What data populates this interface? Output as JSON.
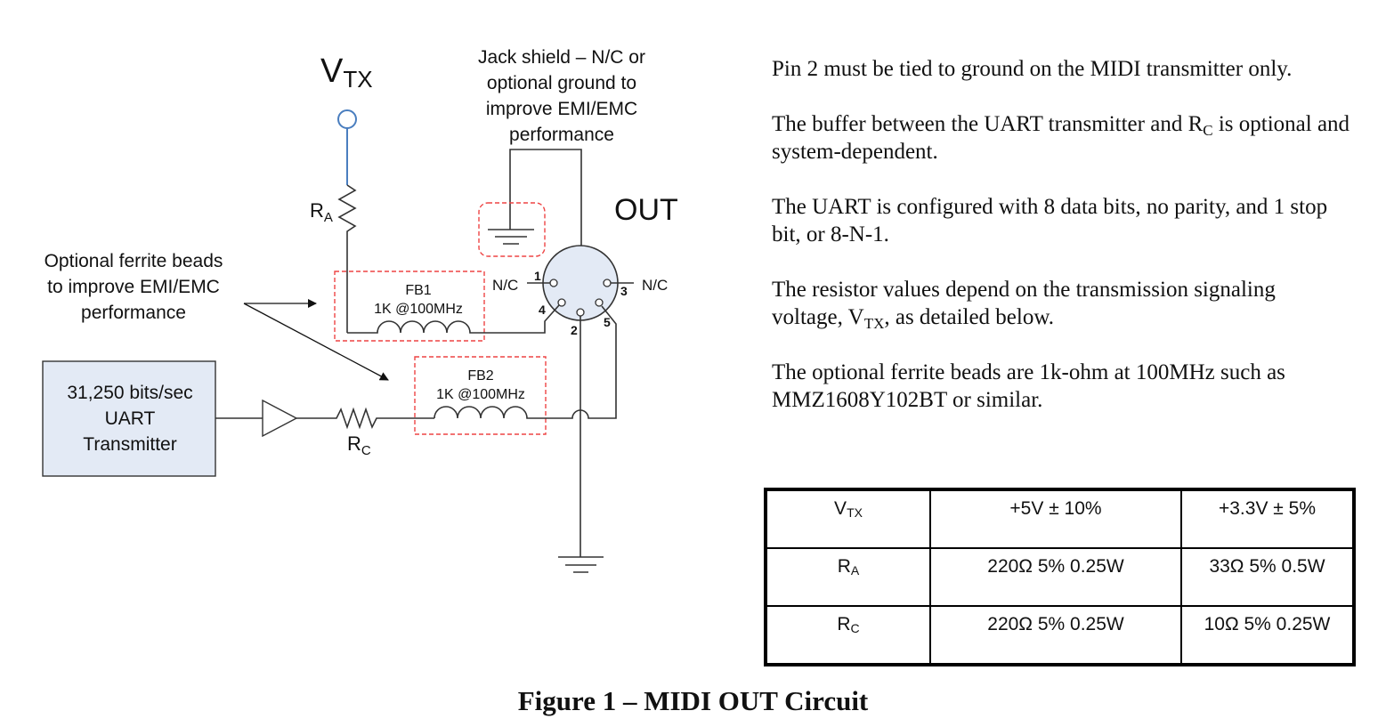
{
  "diagram": {
    "vtx_label": {
      "main": "V",
      "sub": "TX"
    },
    "ra_label": {
      "main": "R",
      "sub": "A"
    },
    "rc_label": {
      "main": "R",
      "sub": "C"
    },
    "jack_shield_note": [
      "Jack shield – N/C or",
      "optional ground to",
      "improve EMI/EMC",
      "performance"
    ],
    "ferrite_note": [
      "Optional ferrite beads",
      "to improve EMI/EMC",
      "performance"
    ],
    "connector_label": "OUT",
    "fb1": {
      "name": "FB1",
      "rating": "1K @100MHz"
    },
    "fb2": {
      "name": "FB2",
      "rating": "1K @100MHz"
    },
    "uart_box": [
      "31,250 bits/sec",
      "UART",
      "Transmitter"
    ],
    "pins": {
      "p1": "1",
      "p2": "2",
      "p3": "3",
      "p4": "4",
      "p5": "5"
    },
    "nc_left": "N/C",
    "nc_right": "N/C",
    "colors": {
      "vtx_wire": "#4a7ebf",
      "dashed_box": "#ee4444",
      "box_fill": "#e3eaf5",
      "connector_fill": "#e3eaf5"
    }
  },
  "notes": {
    "p1": "Pin 2 must be tied to ground on the MIDI transmitter only.",
    "p2_pre": "The buffer between the UART transmitter and R",
    "p2_sub": "C",
    "p2_post": " is optional and system-dependent.",
    "p3": "The UART is configured with 8 data bits, no parity, and 1 stop bit, or 8-N-1.",
    "p4_pre": "The resistor values depend on the transmission signaling voltage, V",
    "p4_sub": "TX",
    "p4_post": ", as detailed below.",
    "p5": "The optional ferrite beads are 1k-ohm at 100MHz such as MMZ1608Y102BT or similar."
  },
  "table": {
    "rows": [
      {
        "label_main": "V",
        "label_sub": "TX",
        "c1": "+5V ± 10%",
        "c2": "+3.3V ± 5%"
      },
      {
        "label_main": "R",
        "label_sub": "A",
        "c1": "220Ω 5% 0.25W",
        "c2": "33Ω 5% 0.5W"
      },
      {
        "label_main": "R",
        "label_sub": "C",
        "c1": "220Ω 5% 0.25W",
        "c2": "10Ω 5% 0.25W"
      }
    ]
  },
  "caption": "Figure 1 – MIDI OUT Circuit"
}
